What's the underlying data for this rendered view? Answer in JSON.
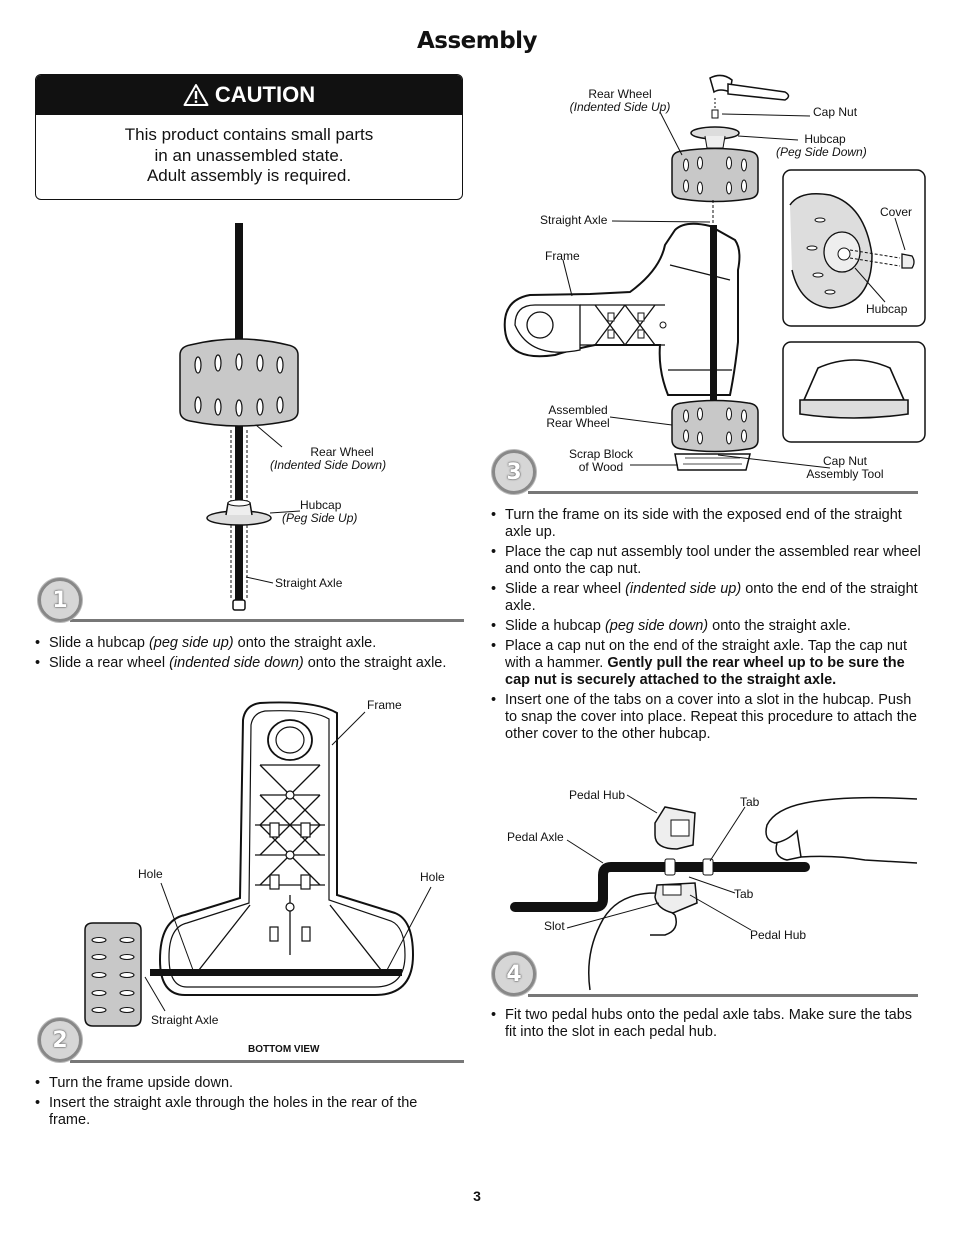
{
  "page": {
    "title": "Assembly",
    "page_number": "3"
  },
  "caution": {
    "heading": "CAUTION",
    "lines": [
      "This product contains small parts",
      "in an unassembled state.",
      "Adult assembly is required."
    ]
  },
  "step1": {
    "number": "1",
    "labels": {
      "rear_wheel": "Rear Wheel",
      "rear_wheel_note": "(Indented Side Down)",
      "hubcap": "Hubcap",
      "hubcap_note": "(Peg Side Up)",
      "straight_axle": "Straight Axle"
    },
    "instructions": [
      {
        "pre": "Slide a hubcap ",
        "em": "(peg side up)",
        "post": " onto the straight axle."
      },
      {
        "pre": "Slide a rear wheel ",
        "em": "(indented side down)",
        "post": " onto the straight axle."
      }
    ]
  },
  "step2": {
    "number": "2",
    "labels": {
      "frame": "Frame",
      "hole_left": "Hole",
      "hole_right": "Hole",
      "straight_axle": "Straight Axle",
      "bottom_view": "BOTTOM VIEW"
    },
    "instructions": [
      {
        "text": "Turn the frame upside down."
      },
      {
        "text": "Insert the straight axle through the holes in the rear of the frame."
      }
    ]
  },
  "step3": {
    "number": "3",
    "labels": {
      "rear_wheel": "Rear Wheel",
      "rear_wheel_note": "(Indented Side Up)",
      "cap_nut": "Cap Nut",
      "hubcap": "Hubcap",
      "hubcap_note": "(Peg Side Down)",
      "straight_axle": "Straight Axle",
      "frame": "Frame",
      "assembled_1": "Assembled",
      "assembled_2": "Rear Wheel",
      "scrap_1": "Scrap Block",
      "scrap_2": "of Wood",
      "cover": "Cover",
      "hubcap_detail": "Hubcap",
      "tool_1": "Cap Nut",
      "tool_2": "Assembly Tool"
    },
    "instructions": [
      {
        "pre": "Turn the frame on its side with the exposed end of the straight axle up."
      },
      {
        "pre": "Place the cap nut assembly tool under the assembled rear wheel and onto the cap nut."
      },
      {
        "pre": "Slide a rear wheel ",
        "em": "(indented side up)",
        "post": " onto the end of the straight axle."
      },
      {
        "pre": "Slide a hubcap ",
        "em": "(peg side down)",
        "post": " onto the straight axle."
      },
      {
        "pre": "Place a cap nut on the end of the straight axle. Tap the cap nut with a hammer. ",
        "strong": "Gently pull the rear wheel up to be sure the cap nut is securely attached to the straight axle."
      },
      {
        "pre": "Insert one of the tabs on a cover into a slot in the hubcap. Push to snap the cover into place. Repeat this procedure to attach the other cover to the other hubcap."
      }
    ]
  },
  "step4": {
    "number": "4",
    "labels": {
      "pedal_hub_top": "Pedal Hub",
      "tab_top": "Tab",
      "pedal_axle": "Pedal Axle",
      "tab_bottom": "Tab",
      "slot": "Slot",
      "pedal_hub_bottom": "Pedal Hub"
    },
    "instructions": [
      {
        "text": "Fit two pedal hubs onto the pedal axle tabs. Make sure the tabs fit into the slot in each pedal hub."
      }
    ]
  }
}
